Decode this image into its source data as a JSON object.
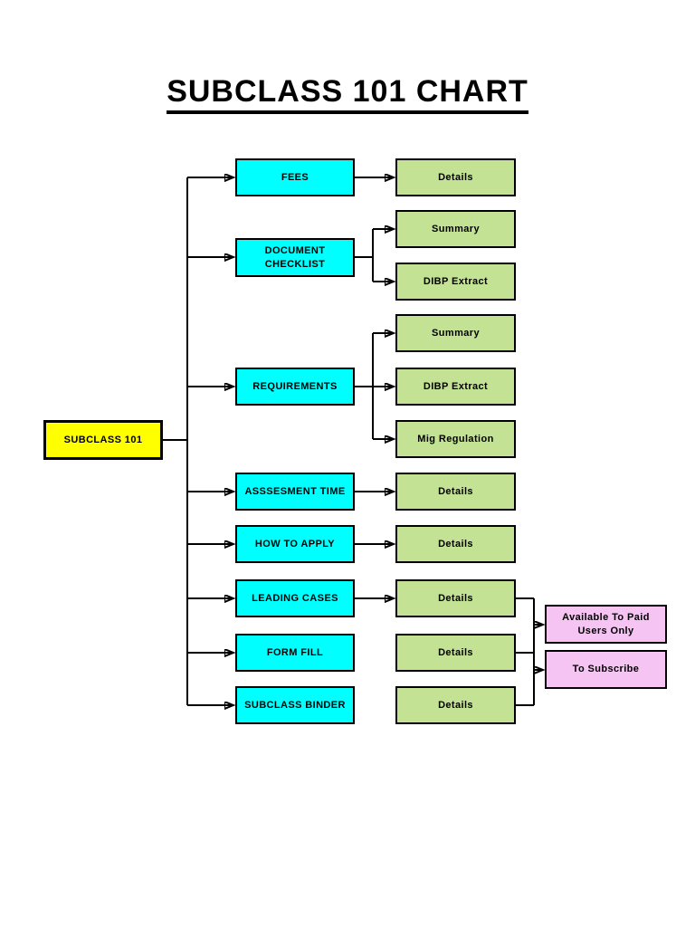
{
  "title": "SUBCLASS 101 CHART",
  "colors": {
    "page_bg": "#ffffff",
    "text": "#000000",
    "line": "#000000",
    "root_fill": "#ffff00",
    "category_fill": "#00ffff",
    "leaf_fill": "#c4e294",
    "note_fill": "#f5c4f3"
  },
  "root": {
    "label": "SUBCLASS 101"
  },
  "categories": [
    {
      "label": "FEES",
      "children": [
        "Details"
      ]
    },
    {
      "label": "DOCUMENT CHECKLIST",
      "children": [
        "Summary",
        "DIBP Extract"
      ]
    },
    {
      "label": "REQUIREMENTS",
      "children": [
        "Summary",
        "DIBP Extract",
        "Mig Regulation"
      ]
    },
    {
      "label": "ASSSESMENT TIME",
      "children": [
        "Details"
      ]
    },
    {
      "label": "HOW TO APPLY",
      "children": [
        "Details"
      ]
    },
    {
      "label": "LEADING CASES",
      "children": [
        "Details"
      ]
    },
    {
      "label": "FORM FILL",
      "children": [
        "Details"
      ]
    },
    {
      "label": "SUBCLASS BINDER",
      "children": [
        "Details"
      ]
    }
  ],
  "subscription_notes": [
    {
      "label": "Available To Paid Users Only"
    },
    {
      "label": "To Subscribe"
    }
  ]
}
